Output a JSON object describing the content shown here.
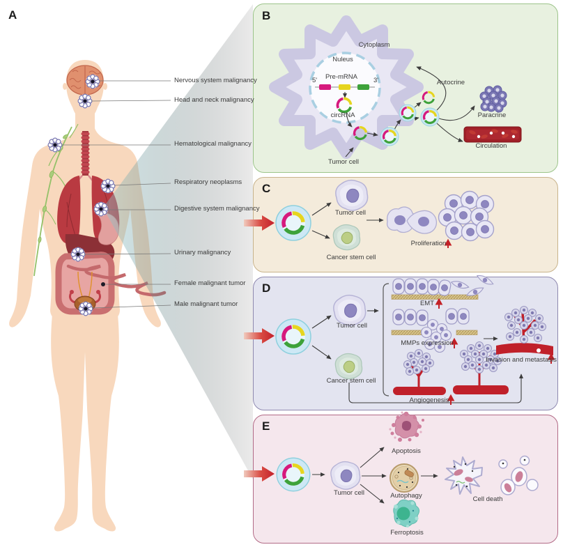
{
  "figure": {
    "panels": {
      "A": {
        "letter": "A",
        "labels": [
          "Nervous system malignancy",
          "Head and neck malignancy",
          "Hematological malignancy",
          "Respiratory neoplasms",
          "Digestive system malignancy",
          "Urinary malignancy",
          "Female malignant tumor",
          "Male malignant tumor"
        ]
      },
      "B": {
        "letter": "B",
        "cytoplasm": "Cytoplasm",
        "nucleus": "Nuleus",
        "pre_mrna": "Pre-mRNA",
        "five_prime": "5'",
        "three_prime": "3'",
        "circrna": "circRNA",
        "tumor_cell": "Tumor cell",
        "autocrine": "Autocrine",
        "paracrine": "Paracrine",
        "circulation": "Circulation"
      },
      "C": {
        "letter": "C",
        "tumor_cell": "Tumor cell",
        "cancer_stem_cell": "Cancer stem cell",
        "proliferation": "Proliferation"
      },
      "D": {
        "letter": "D",
        "tumor_cell": "Tumor cell",
        "cancer_stem_cell": "Cancer stem cell",
        "emt": "EMT",
        "mmps_expression": "MMPs expression",
        "angiogenesis": "Angiogenesis",
        "invasion_metastasis": "Invasion and metastasis"
      },
      "E": {
        "letter": "E",
        "tumor_cell": "Tumor cell",
        "apoptosis": "Apoptosis",
        "autophagy": "Autophagy",
        "ferroptosis": "Ferroptosis",
        "cell_death": "Cell death"
      }
    },
    "colors": {
      "panel_b_bg": "#e8f1e0",
      "panel_b_border": "#9cc48a",
      "panel_c_bg": "#f4ebdb",
      "panel_c_border": "#c8b38b",
      "panel_d_bg": "#e3e4f0",
      "panel_d_border": "#8e88af",
      "panel_e_bg": "#f5e7ed",
      "panel_e_border": "#b26a86",
      "red_block_arrow": "#c5222a",
      "trend_arrow_red": "#c32127",
      "circrna_magenta": "#d6197d",
      "circrna_yellow": "#e6d51f",
      "circrna_green": "#3da23a",
      "exosome_halo": "#cde8f5",
      "tumor_cell_lavender": "#e3e1f1",
      "cancer_stem_green": "#cfdfd6",
      "skin": "#f8d8bd",
      "beam_teal": "#94ced3"
    }
  }
}
